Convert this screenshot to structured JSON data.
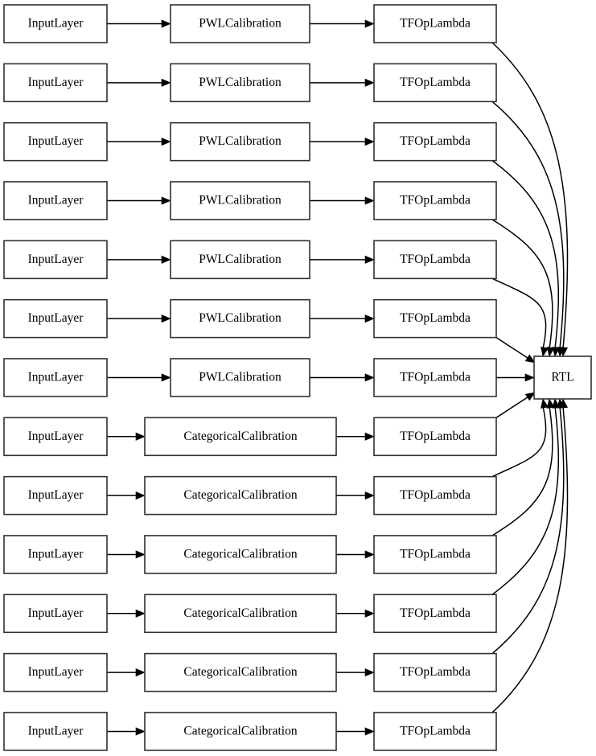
{
  "diagram": {
    "type": "keras-model-graph",
    "title": "",
    "orientation": "left-to-right",
    "row_count": 13,
    "columns": [
      {
        "name": "inputs",
        "label": "InputLayer"
      },
      {
        "name": "calibration",
        "label": "Calibration"
      },
      {
        "name": "ops",
        "label": "TFOpLambda"
      },
      {
        "name": "output",
        "label": "RTL"
      }
    ],
    "colors": {
      "node_fill": "#ffffff",
      "node_stroke": "#303030",
      "edge_stroke": "#000000",
      "text": "#000000",
      "background": "#ffffff"
    },
    "rows": [
      {
        "index": 0,
        "input": "InputLayer",
        "calibration": "PWLCalibration",
        "op": "TFOpLambda"
      },
      {
        "index": 1,
        "input": "InputLayer",
        "calibration": "PWLCalibration",
        "op": "TFOpLambda"
      },
      {
        "index": 2,
        "input": "InputLayer",
        "calibration": "PWLCalibration",
        "op": "TFOpLambda"
      },
      {
        "index": 3,
        "input": "InputLayer",
        "calibration": "PWLCalibration",
        "op": "TFOpLambda"
      },
      {
        "index": 4,
        "input": "InputLayer",
        "calibration": "PWLCalibration",
        "op": "TFOpLambda"
      },
      {
        "index": 5,
        "input": "InputLayer",
        "calibration": "PWLCalibration",
        "op": "TFOpLambda"
      },
      {
        "index": 6,
        "input": "InputLayer",
        "calibration": "PWLCalibration",
        "op": "TFOpLambda"
      },
      {
        "index": 7,
        "input": "InputLayer",
        "calibration": "CategoricalCalibration",
        "op": "TFOpLambda"
      },
      {
        "index": 8,
        "input": "InputLayer",
        "calibration": "CategoricalCalibration",
        "op": "TFOpLambda"
      },
      {
        "index": 9,
        "input": "InputLayer",
        "calibration": "CategoricalCalibration",
        "op": "TFOpLambda"
      },
      {
        "index": 10,
        "input": "InputLayer",
        "calibration": "CategoricalCalibration",
        "op": "TFOpLambda"
      },
      {
        "index": 11,
        "input": "InputLayer",
        "calibration": "CategoricalCalibration",
        "op": "TFOpLambda"
      },
      {
        "index": 12,
        "input": "InputLayer",
        "calibration": "CategoricalCalibration",
        "op": "TFOpLambda"
      }
    ],
    "sink": {
      "label": "RTL",
      "incoming_edges": 13
    }
  }
}
